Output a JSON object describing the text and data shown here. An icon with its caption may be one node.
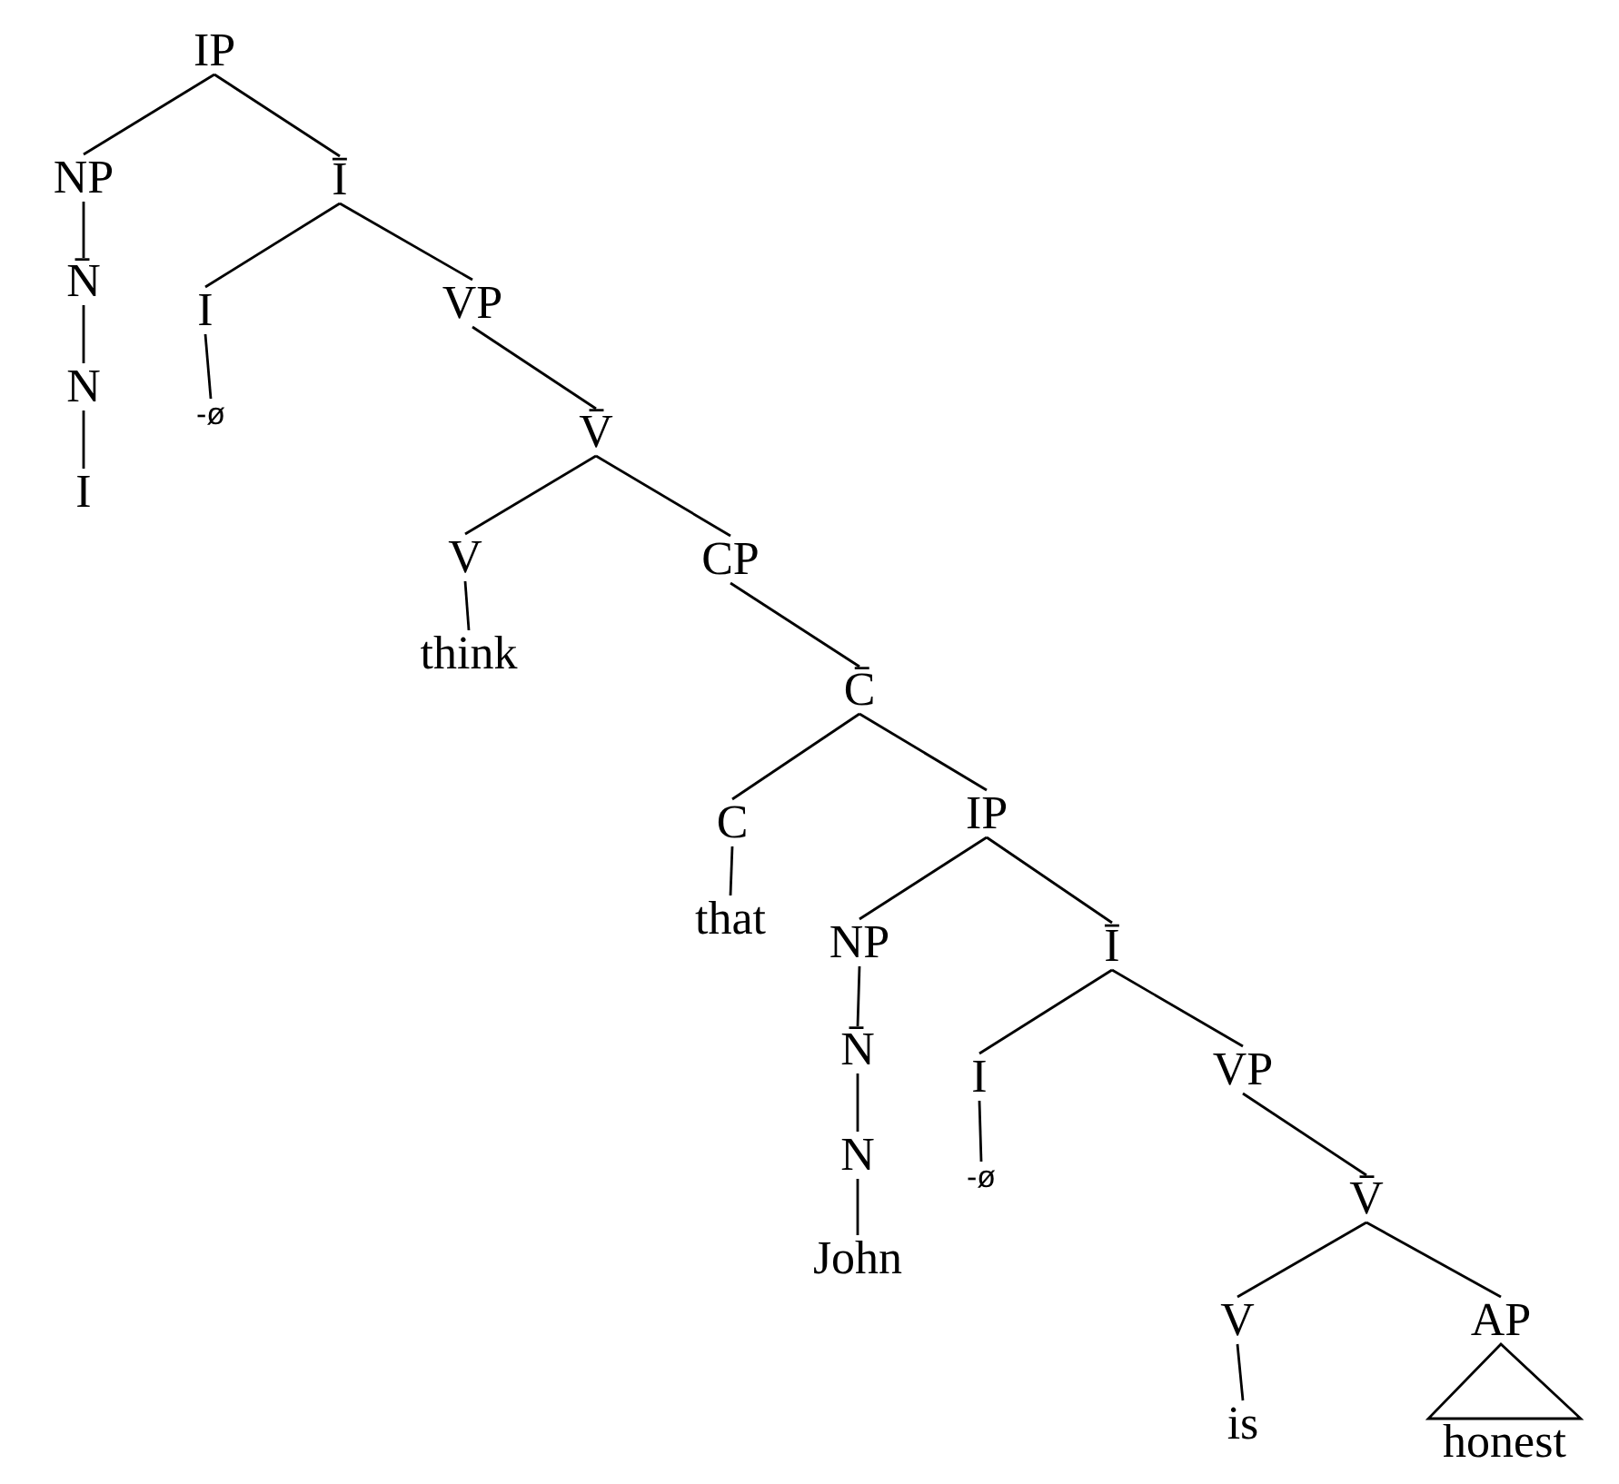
{
  "diagram": {
    "nodes": [
      {
        "text": [
          "IP"
        ]
      },
      {
        "text": [
          "NP"
        ]
      },
      {
        "text": [
          "N̄"
        ]
      },
      {
        "text": [
          "N"
        ]
      },
      {
        "text": [
          "I"
        ]
      },
      {
        "text": [
          "Ī"
        ]
      },
      {
        "text": [
          "I"
        ]
      },
      {
        "text": [
          "-ø"
        ]
      },
      {
        "text": [
          "VP"
        ]
      },
      {
        "text": [
          "V̄"
        ]
      },
      {
        "text": [
          "V"
        ]
      },
      {
        "text": [
          "think"
        ]
      },
      {
        "text": [
          "CP"
        ]
      },
      {
        "text": [
          "C̄"
        ]
      },
      {
        "text": [
          "C"
        ]
      },
      {
        "text": [
          "that"
        ]
      },
      {
        "text": [
          "IP"
        ]
      },
      {
        "text": [
          "NP"
        ]
      },
      {
        "text": [
          "N̄"
        ]
      },
      {
        "text": [
          "N"
        ]
      },
      {
        "text": [
          "John"
        ]
      },
      {
        "text": [
          "Ī"
        ]
      },
      {
        "text": [
          "I"
        ]
      },
      {
        "text": [
          "-ø"
        ]
      },
      {
        "text": [
          "VP"
        ]
      },
      {
        "text": [
          "V̄"
        ]
      },
      {
        "text": [
          "V"
        ]
      },
      {
        "text": [
          "is"
        ]
      },
      {
        "text": [
          "AP"
        ]
      },
      {
        "text": [
          "honest"
        ]
      }
    ],
    "edges": [
      {
        "from": 0,
        "to": 1,
        "arrow": "none"
      },
      {
        "from": 0,
        "to": 5,
        "arrow": "none"
      },
      {
        "from": 1,
        "to": 2,
        "arrow": "none"
      },
      {
        "from": 2,
        "to": 3,
        "arrow": "none"
      },
      {
        "from": 3,
        "to": 4,
        "arrow": "none"
      },
      {
        "from": 5,
        "to": 6,
        "arrow": "none"
      },
      {
        "from": 5,
        "to": 8,
        "arrow": "none"
      },
      {
        "from": 6,
        "to": 7,
        "arrow": "none"
      },
      {
        "from": 8,
        "to": 9,
        "arrow": "none"
      },
      {
        "from": 9,
        "to": 10,
        "arrow": "none"
      },
      {
        "from": 9,
        "to": 12,
        "arrow": "none"
      },
      {
        "from": 10,
        "to": 11,
        "arrow": "none"
      },
      {
        "from": 12,
        "to": 13,
        "arrow": "none"
      },
      {
        "from": 13,
        "to": 14,
        "arrow": "none"
      },
      {
        "from": 13,
        "to": 16,
        "arrow": "none"
      },
      {
        "from": 14,
        "to": 15,
        "arrow": "none"
      },
      {
        "from": 16,
        "to": 17,
        "arrow": "none"
      },
      {
        "from": 16,
        "to": 21,
        "arrow": "none"
      },
      {
        "from": 17,
        "to": 18,
        "arrow": "none"
      },
      {
        "from": 18,
        "to": 19,
        "arrow": "none"
      },
      {
        "from": 19,
        "to": 20,
        "arrow": "none"
      },
      {
        "from": 21,
        "to": 22,
        "arrow": "none"
      },
      {
        "from": 21,
        "to": 24,
        "arrow": "none"
      },
      {
        "from": 22,
        "to": 23,
        "arrow": "none"
      },
      {
        "from": 24,
        "to": 25,
        "arrow": "none"
      },
      {
        "from": 25,
        "to": 26,
        "arrow": "none"
      },
      {
        "from": 25,
        "to": 28,
        "arrow": "none"
      },
      {
        "from": 26,
        "to": 27,
        "arrow": "none"
      },
      {
        "from": 28,
        "to": 29,
        "arrow": "none"
      }
    ]
  }
}
